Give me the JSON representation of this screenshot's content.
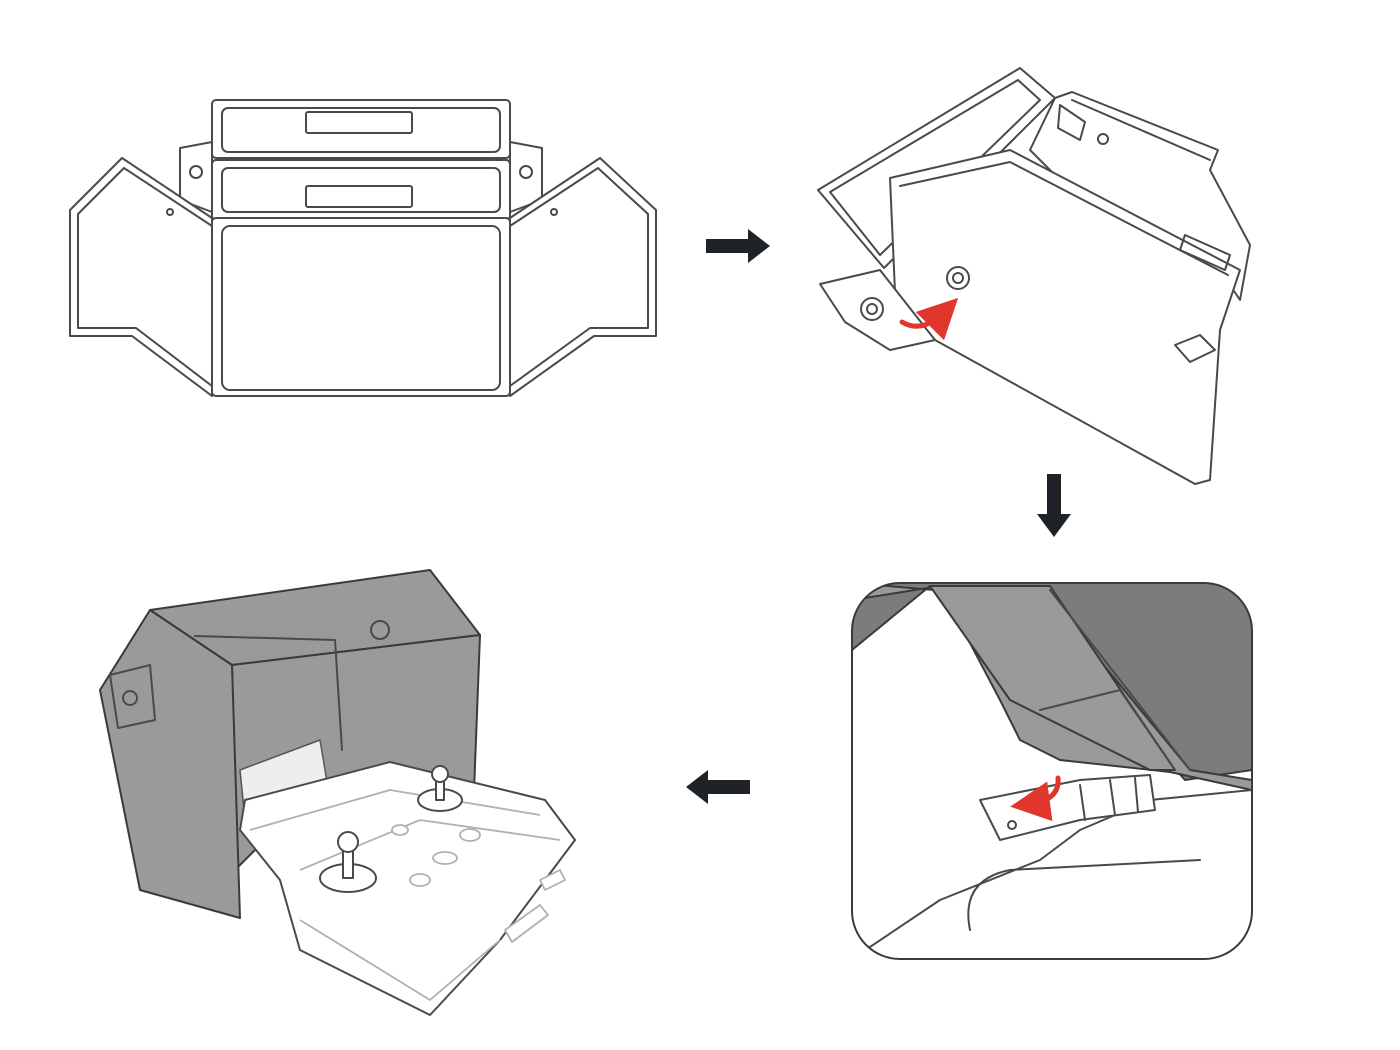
{
  "colors": {
    "line": "#4a4a4a",
    "arrow": "#1f2226",
    "accent": "#e0362c",
    "shade": "#9a9a9a"
  },
  "steps": [
    {
      "name": "unfolded-hood"
    },
    {
      "name": "folding-side-panel"
    },
    {
      "name": "clip-detail"
    },
    {
      "name": "hood-on-remote-controller"
    }
  ],
  "arrows": [
    "right",
    "down",
    "left"
  ]
}
